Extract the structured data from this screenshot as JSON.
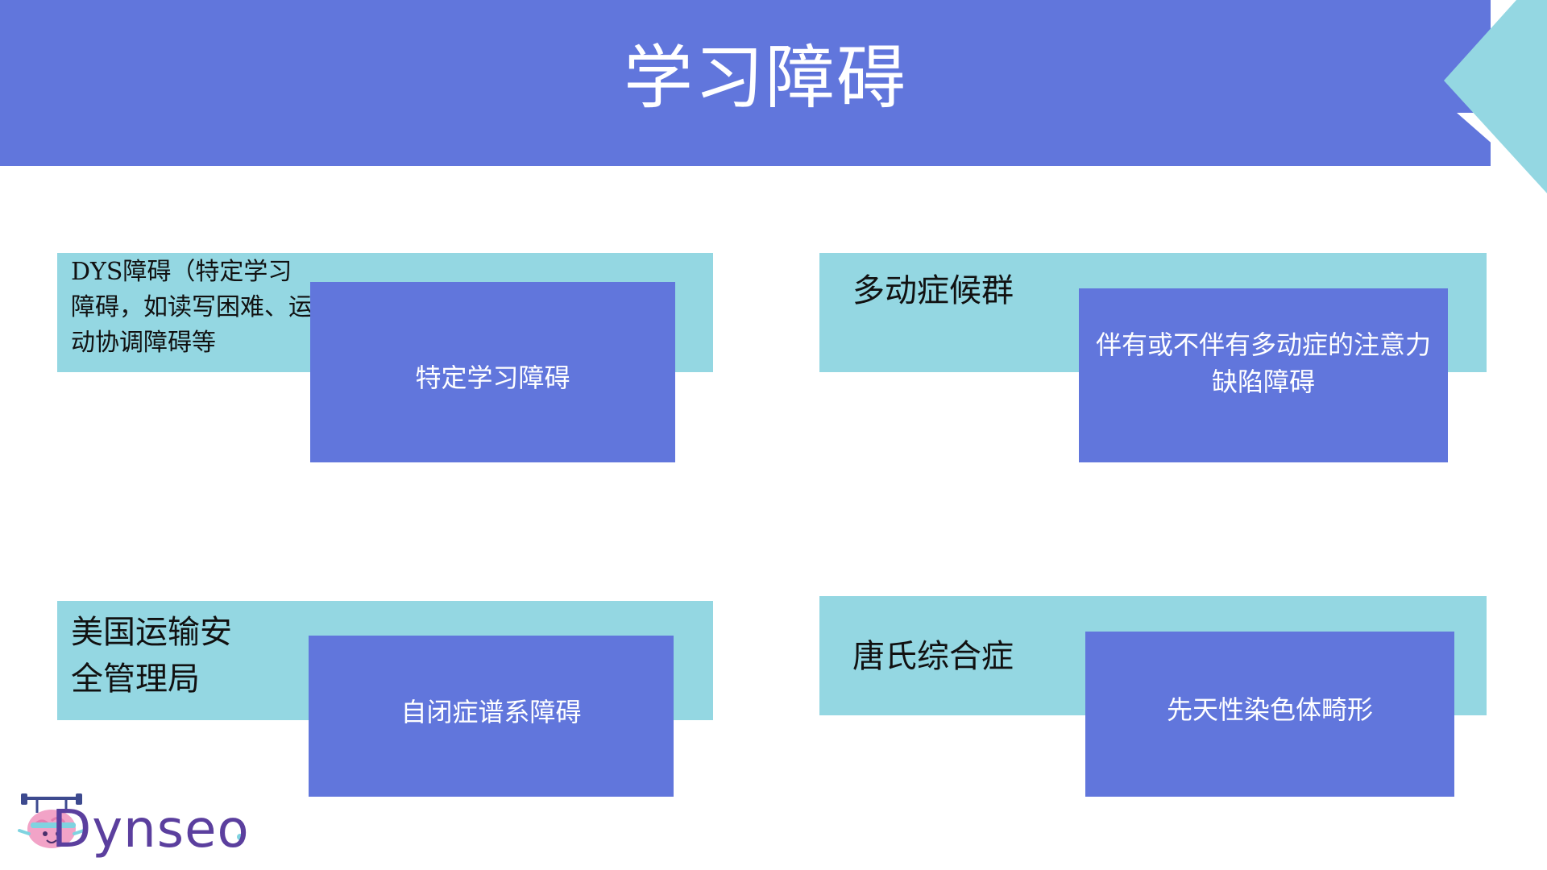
{
  "title": "学习障碍",
  "colors": {
    "header": "#6176dc",
    "accent": "#94d7e2",
    "card": "#6176dc",
    "logo_text": "#5b3f9e"
  },
  "items": [
    {
      "label": "DYS障碍（特定学习障碍，如读写困难、运动协调障碍等",
      "card": "特定学习障碍"
    },
    {
      "label": "多动症候群",
      "card": "伴有或不伴有多动症的注意力缺陷障碍"
    },
    {
      "label": "美国运输安全管理局",
      "card": "自闭症谱系障碍"
    },
    {
      "label": "唐氏综合症",
      "card": "先天性染色体畸形"
    }
  ],
  "logo": {
    "text": "Dynseo",
    "icon": "brain-mascot-icon"
  }
}
